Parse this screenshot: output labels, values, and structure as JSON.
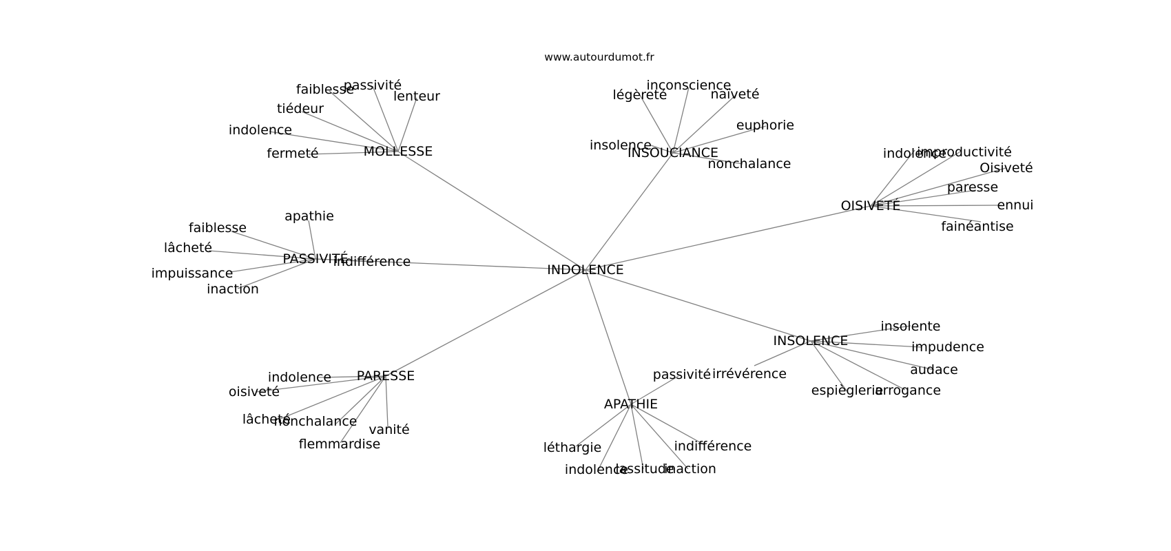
{
  "header": {
    "site": "www.autourdumot.fr"
  },
  "graph": {
    "center": "INDOLENCE",
    "clusters": [
      {
        "hub": "MOLLESSE",
        "leaves": [
          "passivité",
          "faiblesse",
          "lenteur",
          "tiédeur",
          "indolence",
          "fermeté"
        ]
      },
      {
        "hub": "INSOUCIANCE",
        "leaves": [
          "inconscience",
          "légèreté",
          "naïveté",
          "euphorie",
          "insolence",
          "nonchalance"
        ]
      },
      {
        "hub": "OISIVETÉ",
        "leaves": [
          "indolence",
          "improductivité",
          "Oisiveté",
          "paresse",
          "ennui",
          "fainéantise"
        ]
      },
      {
        "hub": "PASSIVITÉ",
        "leaves": [
          "apathie",
          "faiblesse",
          "lâcheté",
          "impuissance",
          "inaction",
          "indifférence"
        ]
      },
      {
        "hub": "INSOLENCE",
        "leaves": [
          "insolente",
          "impudence",
          "audace",
          "arrogance",
          "espièglerie",
          "irrévérence"
        ]
      },
      {
        "hub": "PARESSE",
        "leaves": [
          "indolence",
          "oisiveté",
          "lâcheté",
          "nonchalance",
          "vanité",
          "flemmardise"
        ]
      },
      {
        "hub": "APATHIE",
        "leaves": [
          "passivité",
          "léthargie",
          "indolence",
          "lassitude",
          "inaction",
          "indifférence"
        ]
      }
    ]
  }
}
